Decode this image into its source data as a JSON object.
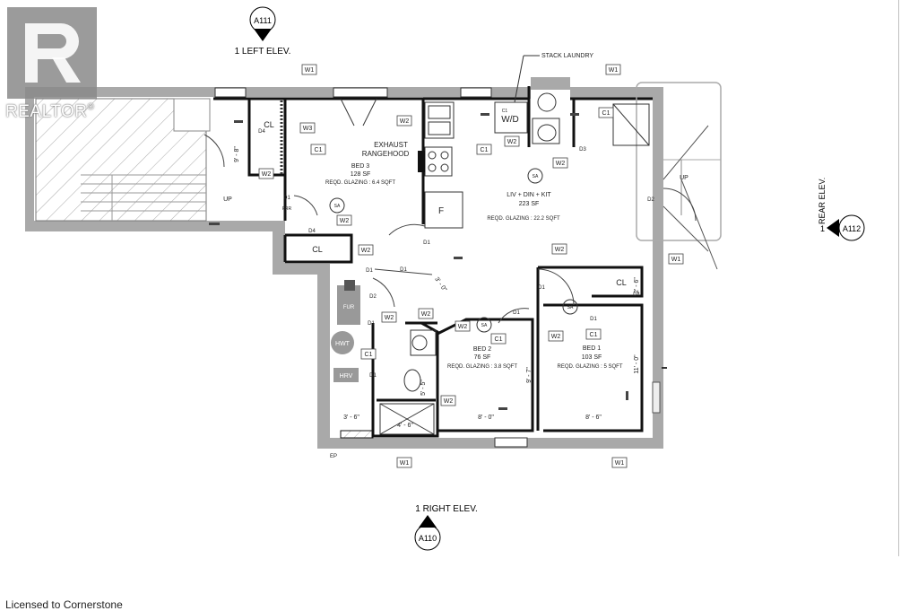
{
  "brand": {
    "name": "REALTOR",
    "registered": "®"
  },
  "footer": {
    "license": "Licensed to Cornerstone"
  },
  "elevations": {
    "left": {
      "ref": "A111",
      "label": "1 LEFT ELEV."
    },
    "rear": {
      "ref": "A112",
      "label": "REAR ELEV.",
      "num": "1"
    },
    "right": {
      "ref": "A110",
      "label": "1 RIGHT ELEV."
    }
  },
  "rooms": {
    "bed3": {
      "name": "BED 3",
      "area": "128 SF",
      "glazing": "REQD. GLAZING : 6.4 SQFT"
    },
    "liv": {
      "name": "LIV + DIN + KIT",
      "area": "223 SF",
      "glazing": "REQD. GLAZING : 22.2 SQFT"
    },
    "bed2": {
      "name": "BED 2",
      "area": "76 SF",
      "glazing": "REQD. GLAZING : 3.8 SQFT"
    },
    "bed1": {
      "name": "BED 1",
      "area": "103 SF",
      "glazing": "REQD. GLAZING : 5 SQFT"
    }
  },
  "labels": {
    "stack": "STACK LAUNDRY",
    "exhaust": "EXHAUST",
    "rangehood": "RANGEHOOD",
    "wd": "W/D",
    "cl": "CL",
    "up": "UP",
    "f": "F",
    "fur": "FUR",
    "hwt": "HWT",
    "hrv": "HRV",
    "ep": "EP",
    "sa": "SA",
    "frr": "FRR"
  },
  "tags": {
    "w1": "W1",
    "w2": "W2",
    "w3": "W3",
    "c1": "C1",
    "d1": "D1",
    "d2": "D2",
    "d3": "D3",
    "d4": "D4"
  },
  "dims": {
    "d1": "3' - 6\"",
    "d2": "4' - 6\"",
    "d3": "8' - 0\"",
    "d4": "8' - 6\"",
    "d5": "9' - 8\"",
    "d6": "11' - 0\"",
    "d7": "9' - 7\"",
    "d8": "3' - 0\"",
    "d9": "2' - 6\"",
    "d10": "5' - 5\""
  }
}
